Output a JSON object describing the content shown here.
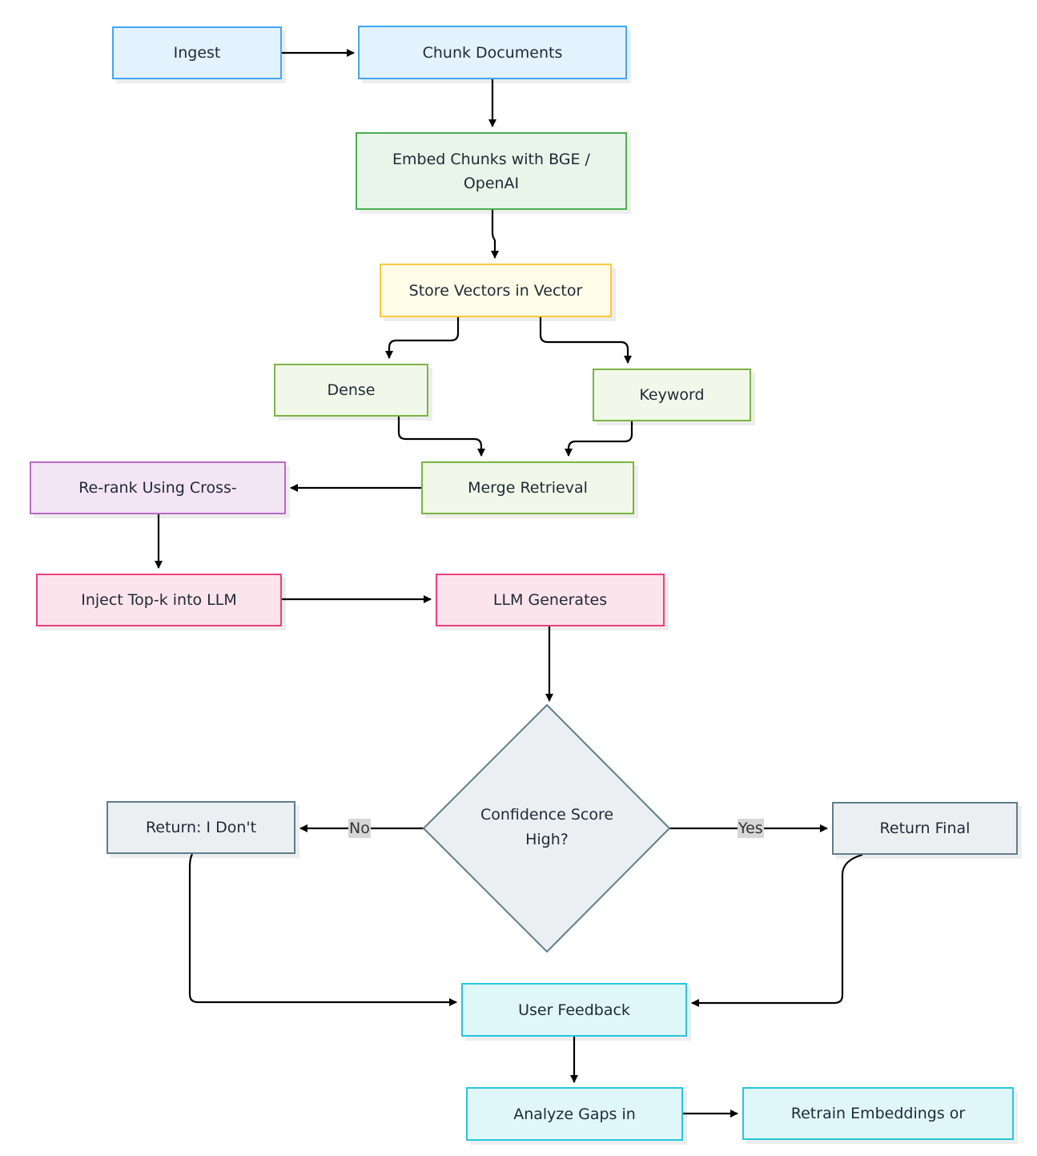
{
  "nodes": {
    "ingest": "Ingest",
    "chunk": "Chunk Documents",
    "embed_line1": "Embed Chunks with BGE /",
    "embed_line2": "OpenAI",
    "store": "Store Vectors in Vector",
    "dense": "Dense",
    "keyword": "Keyword",
    "merge": "Merge Retrieval",
    "rerank": "Re-rank Using Cross-",
    "inject": "Inject Top-k into LLM",
    "generate": "LLM Generates",
    "confidence_line1": "Confidence Score",
    "confidence_line2": "High?",
    "return_idk": "Return: I Don't",
    "return_final": "Return Final",
    "feedback": "User Feedback",
    "analyze": "Analyze Gaps in",
    "retrain": "Retrain Embeddings or"
  },
  "edge_labels": {
    "no": "No",
    "yes": "Yes"
  },
  "colors": {
    "blue_fill": "#e3f2fd",
    "blue_stroke": "#42a5f5",
    "green_fill": "#e8f5e9",
    "green_stroke": "#4caf50",
    "yellow_fill": "#fffde7",
    "yellow_stroke": "#ffc83d",
    "lime_fill": "#f1f8e9",
    "lime_stroke": "#7cb342",
    "purple_fill": "#f3e5f5",
    "purple_stroke": "#ba68c8",
    "pink_fill": "#fce4ec",
    "pink_stroke": "#ec407a",
    "grey_fill": "#eceff1",
    "grey_stroke": "#607d8b",
    "cyan_fill": "#e0f7fa",
    "cyan_stroke": "#26c6da",
    "edge": "#000000"
  }
}
